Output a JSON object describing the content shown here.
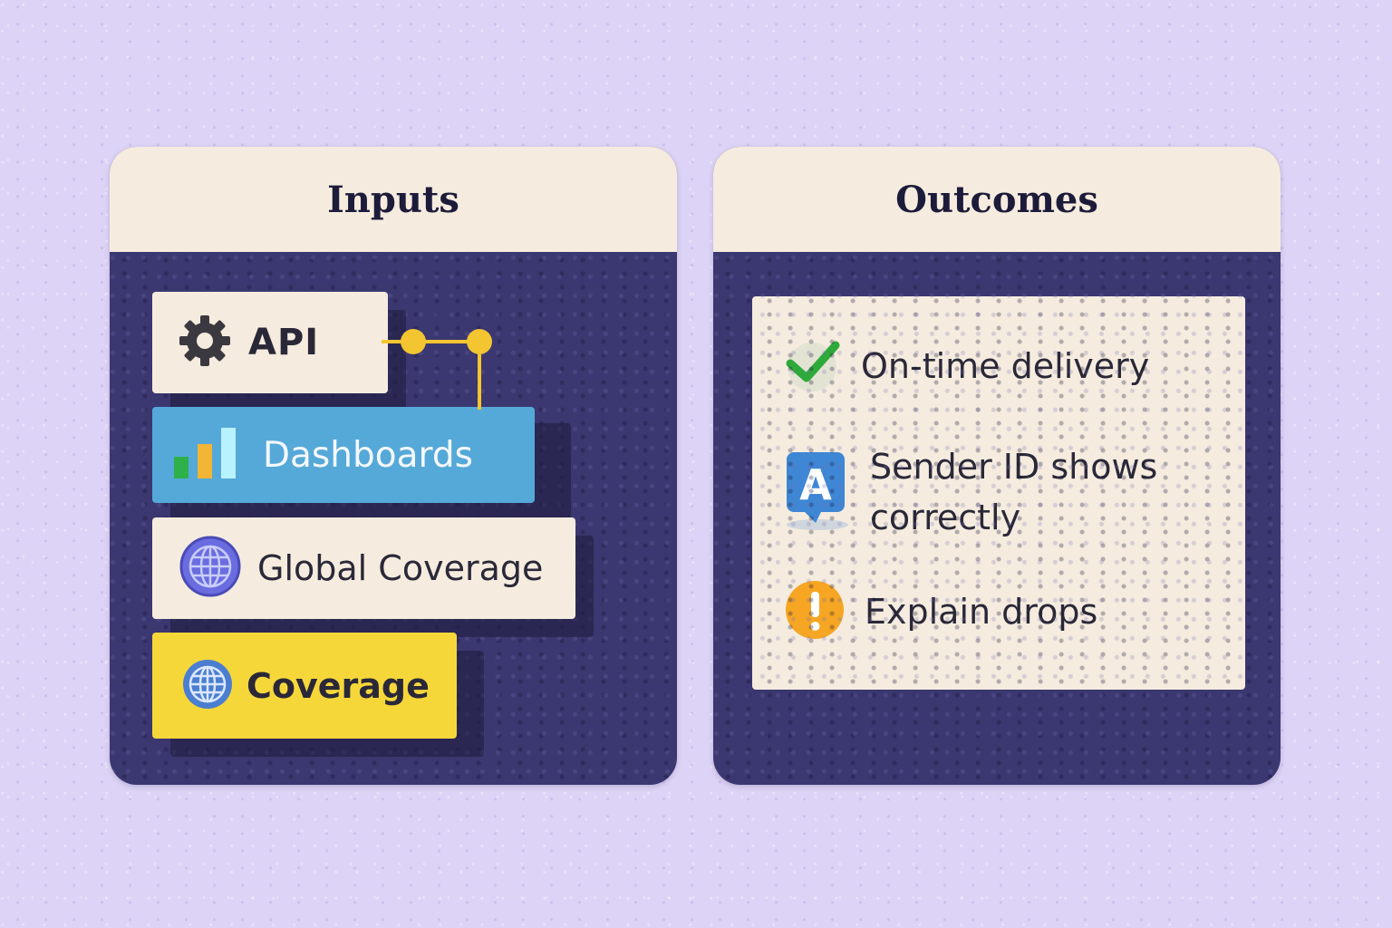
{
  "inputs": {
    "title": "Inputs",
    "items": [
      {
        "label": "API",
        "icon": "gear-icon"
      },
      {
        "label": "Dashboards",
        "icon": "bar-chart-icon"
      },
      {
        "label": "Global Coverage",
        "icon": "globe-icon"
      },
      {
        "label": "Coverage",
        "icon": "globe-icon"
      }
    ]
  },
  "outcomes": {
    "title": "Outcomes",
    "items": [
      {
        "line1": "On-time delivery",
        "line2": "",
        "icon": "checkmark-icon"
      },
      {
        "line1": "Sender ID shows",
        "line2": "correctly",
        "icon": "letter-a-badge-icon"
      },
      {
        "line1": "Explain drops",
        "line2": "",
        "icon": "exclamation-icon"
      }
    ]
  },
  "colors": {
    "background": "#ddd3f6",
    "panel": "#3b3770",
    "header": "#f5ecdf",
    "dashboards_card": "#55a9d8",
    "coverage_card": "#f5d73a",
    "connector": "#f2c531",
    "check": "#2eaa3a",
    "warning": "#f6a623"
  }
}
